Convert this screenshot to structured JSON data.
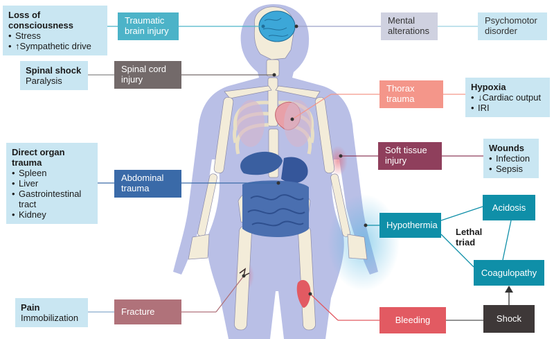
{
  "colors": {
    "body_silhouette": "#b9bfe6",
    "bone": "#f3ecd9",
    "teal": "#4cb3c8",
    "dark_teal": "#0f8fa8",
    "navy": "#3a6aa8",
    "salmon": "#f4968a",
    "plum": "#8f3f5c",
    "rose": "#b0727a",
    "red": "#e25a62",
    "dark": "#3e3838",
    "info_bg": "#c9e6f2"
  },
  "boxes": {
    "loss_of_consciousness": {
      "title": "Loss of consciousness",
      "items": [
        "Stress",
        "↑Sympathetic drive"
      ]
    },
    "traumatic_brain_injury": {
      "label": "Traumatic brain injury"
    },
    "mental_alterations": {
      "label": "Mental alterations"
    },
    "psychomotor_disorder": {
      "label": "Psychomotor disorder"
    },
    "spinal_shock": {
      "title": "Spinal shock",
      "items": [
        "Paralysis"
      ]
    },
    "spinal_cord_injury": {
      "label": "Spinal cord injury"
    },
    "thorax_trauma": {
      "label": "Thorax trauma"
    },
    "hypoxia": {
      "title": "Hypoxia",
      "items": [
        "↓Cardiac output",
        "IRI"
      ]
    },
    "soft_tissue_injury": {
      "label": "Soft tissue injury"
    },
    "wounds": {
      "title": "Wounds",
      "items": [
        "Infection",
        "Sepsis"
      ]
    },
    "direct_organ_trauma": {
      "title": "Direct organ trauma",
      "items": [
        "Spleen",
        "Liver",
        "Gastrointestinal tract",
        "Kidney"
      ]
    },
    "abdominal_trauma": {
      "label": "Abdominal trauma"
    },
    "hypothermia": {
      "label": "Hypothermia"
    },
    "acidosis": {
      "label": "Acidosis"
    },
    "lethal_triad": {
      "label": "Lethal triad"
    },
    "coagulopathy": {
      "label": "Coagulopathy"
    },
    "pain": {
      "title": "Pain",
      "items": [
        "Immobilization"
      ]
    },
    "fracture": {
      "label": "Fracture"
    },
    "bleeding": {
      "label": "Bleeding"
    },
    "shock": {
      "label": "Shock"
    }
  }
}
